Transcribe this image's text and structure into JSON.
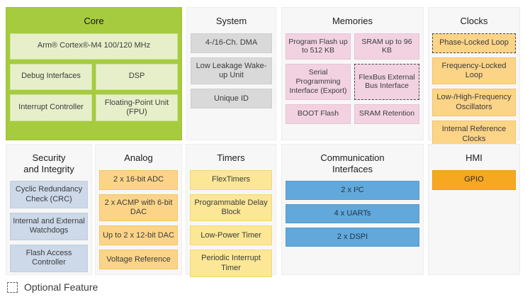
{
  "panels": {
    "core": {
      "title": "Core",
      "blocks": [
        {
          "label": "Arm® Cortex®-M4 100/120 MHz"
        },
        {
          "label": "Debug Interfaces"
        },
        {
          "label": "DSP"
        },
        {
          "label": "Interrupt Controller"
        },
        {
          "label": "Floating-Point Unit (FPU)"
        }
      ]
    },
    "system": {
      "title": "System",
      "blocks": [
        {
          "label": "4-/16-Ch. DMA"
        },
        {
          "label": "Low Leakage Wake-up Unit"
        },
        {
          "label": "Unique ID"
        }
      ]
    },
    "memories": {
      "title": "Memories",
      "blocks": [
        {
          "label": "Program Flash up to 512 KB"
        },
        {
          "label": "SRAM up to 96 KB"
        },
        {
          "label": "Serial Programming Interface (Export)"
        },
        {
          "label": "FlexBus External Bus Interface",
          "optional": true
        },
        {
          "label": "BOOT Flash"
        },
        {
          "label": "SRAM Retention"
        }
      ]
    },
    "clocks": {
      "title": "Clocks",
      "blocks": [
        {
          "label": "Phase-Locked Loop",
          "optional": true
        },
        {
          "label": "Frequency-Locked Loop"
        },
        {
          "label": "Low-/High-Frequency Oscillators"
        },
        {
          "label": "Internal Reference Clocks"
        }
      ]
    },
    "security": {
      "title": "Security\nand Integrity",
      "blocks": [
        {
          "label": "Cyclic Redundancy Check (CRC)"
        },
        {
          "label": "Internal and External Watchdogs"
        },
        {
          "label": "Flash Access Controller"
        }
      ]
    },
    "analog": {
      "title": "Analog",
      "blocks": [
        {
          "label": "2 x 16-bit ADC"
        },
        {
          "label": "2 x ACMP with 6-bit DAC"
        },
        {
          "label": "Up to 2 x 12-bit DAC"
        },
        {
          "label": "Voltage Reference"
        }
      ]
    },
    "timers": {
      "title": "Timers",
      "blocks": [
        {
          "label": "FlexTimers"
        },
        {
          "label": "Programmable Delay Block"
        },
        {
          "label": "Low-Power Timer"
        },
        {
          "label": "Periodic Interrupt Timer"
        }
      ]
    },
    "comm": {
      "title": "Communication\nInterfaces",
      "blocks": [
        {
          "label": "2 x I²C"
        },
        {
          "label": "4 x UARTs"
        },
        {
          "label": "2 x DSPI"
        }
      ]
    },
    "hmi": {
      "title": "HMI",
      "blocks": [
        {
          "label": "GPIO"
        }
      ]
    }
  },
  "legend": {
    "label": "Optional Feature"
  },
  "colors": {
    "core_green": "#a6cb3f",
    "core_block": "#e7efca",
    "panel_bg": "#f7f7f7",
    "system_gray": "#d9d9d9",
    "memories_pink": "#f2d2e1",
    "clocks_analog_amber": "#fcd487",
    "timers_yellow": "#fbe795",
    "comm_blue": "#62a8da",
    "security_steel": "#cdd8e9",
    "hmi_orange": "#f6a820"
  }
}
